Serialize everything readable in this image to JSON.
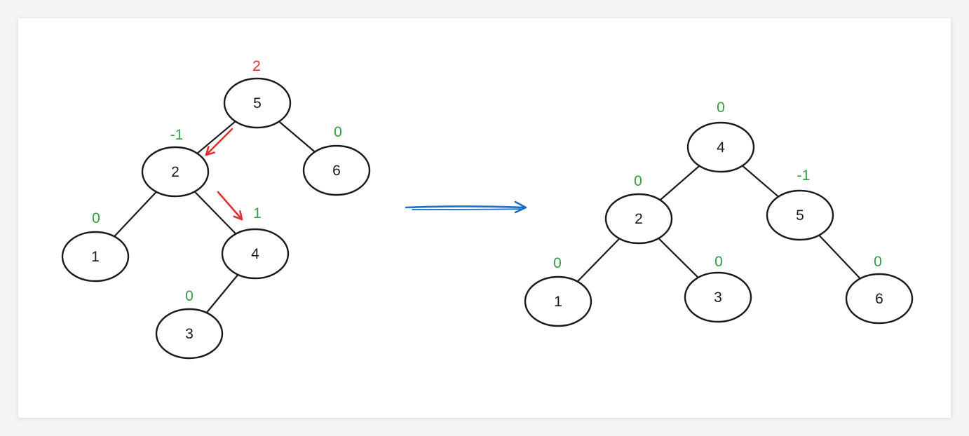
{
  "colors": {
    "balanced": "#2e9e3e",
    "imbalanced": "#e03131",
    "rotation_arrow": "#e03131",
    "transition_arrow": "#1c6fc4",
    "edge": "#1a1a1a"
  },
  "before": {
    "nodes": [
      {
        "id": "b5",
        "label": "5",
        "balance": "2",
        "imbalanced": true
      },
      {
        "id": "b2",
        "label": "2",
        "balance": "-1",
        "imbalanced": false
      },
      {
        "id": "b6",
        "label": "6",
        "balance": "0",
        "imbalanced": false
      },
      {
        "id": "b1",
        "label": "1",
        "balance": "0",
        "imbalanced": false
      },
      {
        "id": "b4",
        "label": "4",
        "balance": "1",
        "imbalanced": false
      },
      {
        "id": "b3",
        "label": "3",
        "balance": "0",
        "imbalanced": false
      }
    ],
    "edges": [
      [
        "b5",
        "b2"
      ],
      [
        "b5",
        "b6"
      ],
      [
        "b2",
        "b1"
      ],
      [
        "b2",
        "b4"
      ],
      [
        "b4",
        "b3"
      ]
    ]
  },
  "after": {
    "nodes": [
      {
        "id": "a4",
        "label": "4",
        "balance": "0",
        "imbalanced": false
      },
      {
        "id": "a2",
        "label": "2",
        "balance": "0",
        "imbalanced": false
      },
      {
        "id": "a5",
        "label": "5",
        "balance": "-1",
        "imbalanced": false
      },
      {
        "id": "a1",
        "label": "1",
        "balance": "0",
        "imbalanced": false
      },
      {
        "id": "a3",
        "label": "3",
        "balance": "0",
        "imbalanced": false
      },
      {
        "id": "a6",
        "label": "6",
        "balance": "0",
        "imbalanced": false
      }
    ],
    "edges": [
      [
        "a4",
        "a2"
      ],
      [
        "a4",
        "a5"
      ],
      [
        "a2",
        "a1"
      ],
      [
        "a2",
        "a3"
      ],
      [
        "a5",
        "a6"
      ]
    ]
  }
}
